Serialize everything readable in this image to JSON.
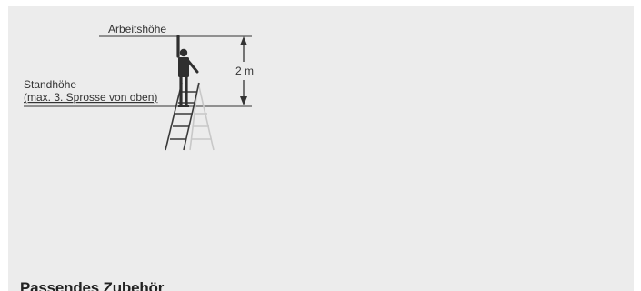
{
  "diagram": {
    "labels": {
      "working_height": "Arbeitshöhe",
      "standing_height_line1": "Standhöhe",
      "standing_height_line2": "(max. 3. Sprosse von oben)",
      "dimension": "2 m"
    },
    "colors": {
      "background": "#ececec",
      "ink": "#333333",
      "ladder_back": "#c8c8c8",
      "ladder_front": "#3a3a3a",
      "figure": "#2f2f2f"
    }
  },
  "section": {
    "heading": "Passendes Zubehör"
  }
}
